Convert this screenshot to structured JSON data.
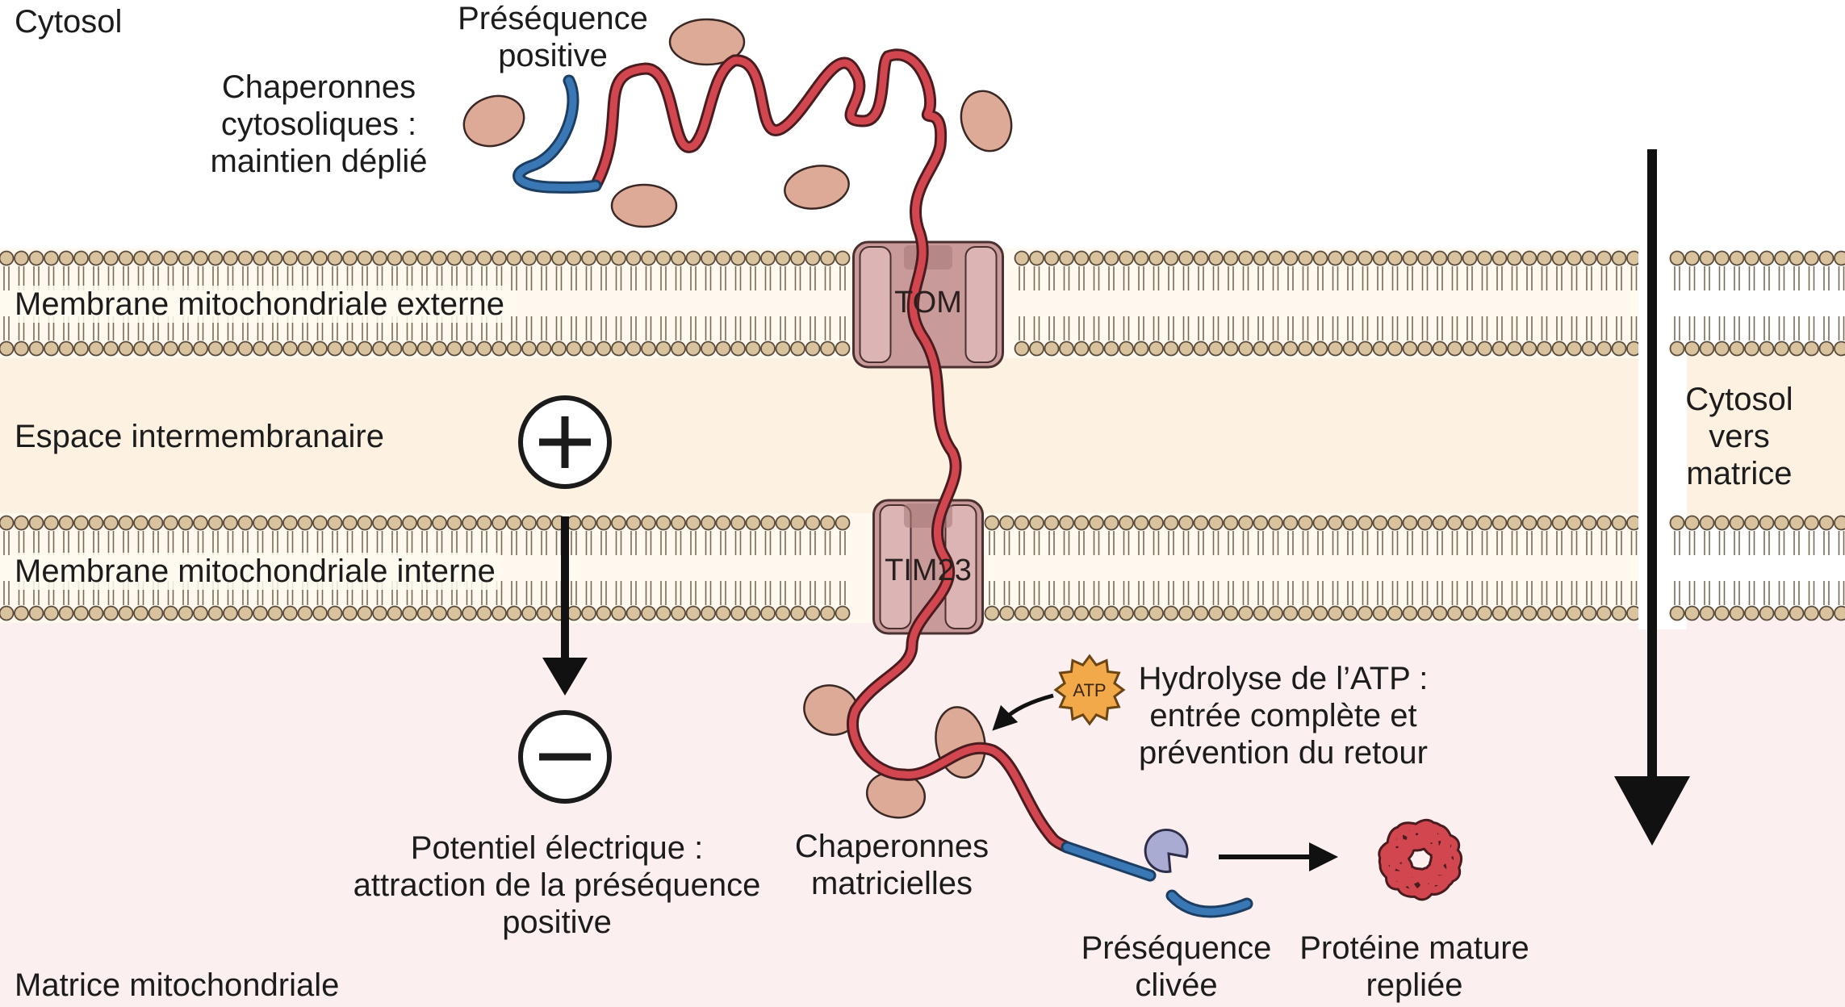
{
  "regions": {
    "cytosol": "Cytosol",
    "outer_membrane": "Membrane mitochondriale externe",
    "intermembrane_space": "Espace intermembranaire",
    "inner_membrane": "Membrane mitochondriale interne",
    "matrix": "Matrice mitochondriale"
  },
  "complexes": {
    "tom": "TOM",
    "tim": "TIM23",
    "atp": "ATP"
  },
  "labels": {
    "presequence_line1": "Préséquence",
    "presequence_line2": "positive",
    "cyto_chap_line1": "Chaperonnes",
    "cyto_chap_line2": "cytosoliques :",
    "cyto_chap_line3": "maintien déplié",
    "direction_line1": "Cytosol",
    "direction_line2": "vers",
    "direction_line3": "matrice",
    "atp_line1": "Hydrolyse de l’ATP :",
    "atp_line2": "entrée complète et",
    "atp_line3": "prévention du retour",
    "potential_line1": "Potentiel électrique :",
    "potential_line2": "attraction de la préséquence",
    "potential_line3": "positive",
    "matrix_chap_line1": "Chaperonnes",
    "matrix_chap_line2": "matricielles",
    "cleaved_line1": "Préséquence",
    "cleaved_line2": "clivée",
    "mature_line1": "Protéine mature",
    "mature_line2": "repliée"
  },
  "colors": {
    "protein": "#d2474f",
    "presequence": "#3a78b5",
    "chaperone": "#ddaa98",
    "pore": "#d4aaaa",
    "atp": "#f2a94a",
    "peptidase": "#a9abd3",
    "ims_background": "#fdf1e2",
    "matrix_background": "#fbefef"
  }
}
